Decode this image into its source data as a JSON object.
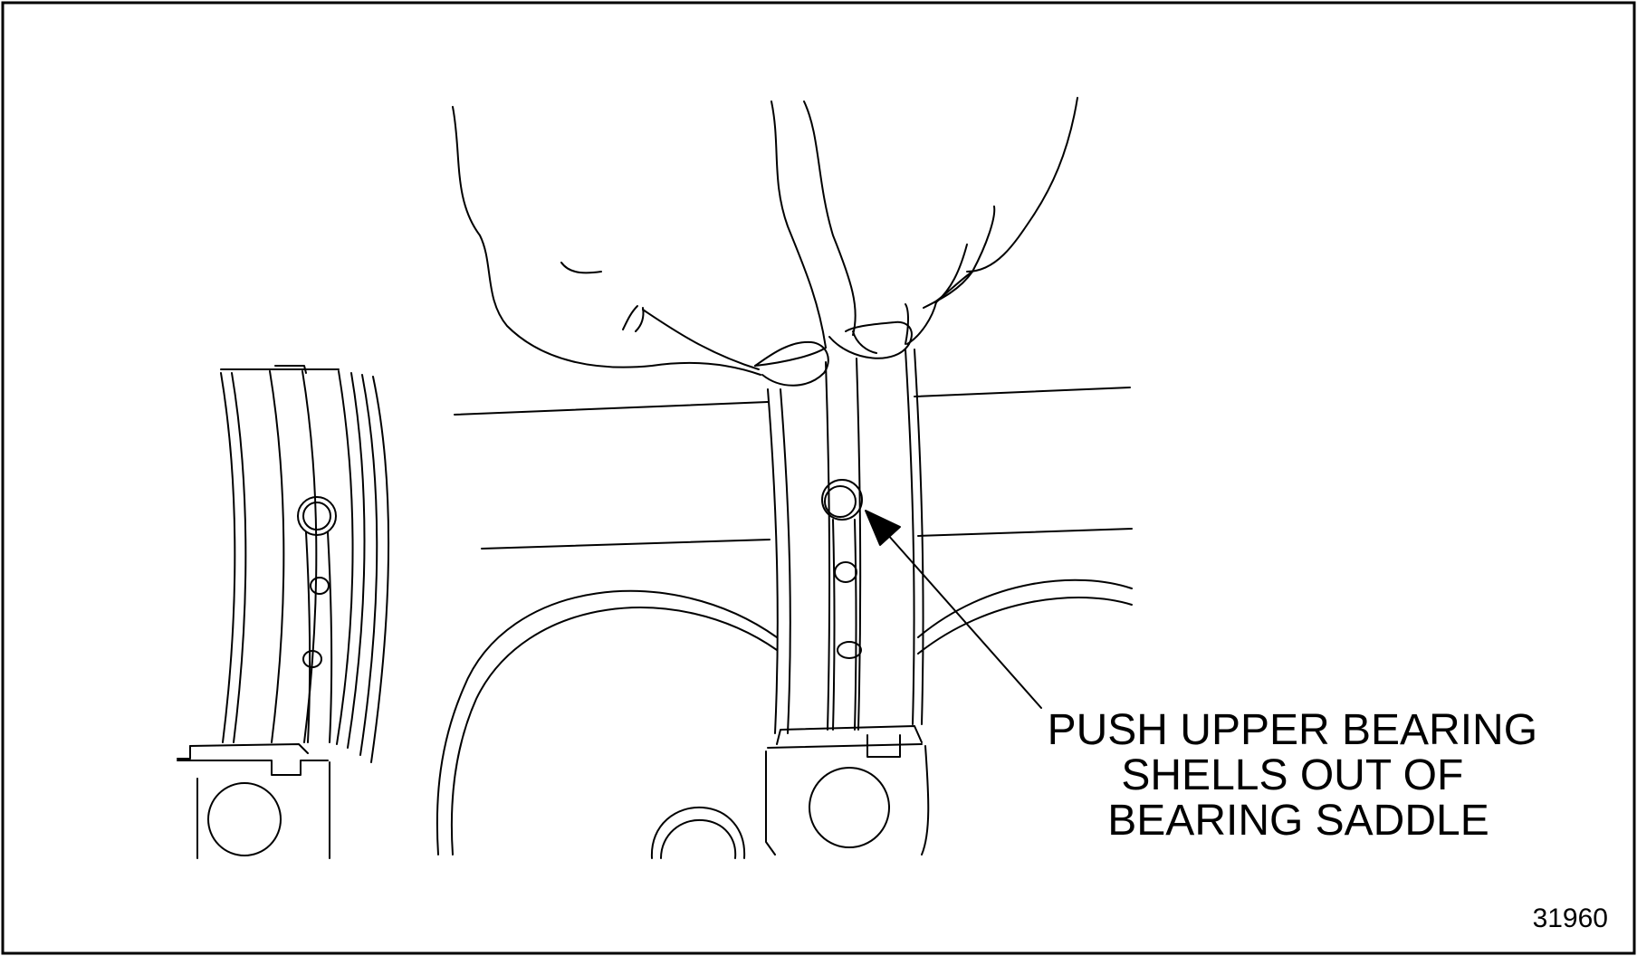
{
  "callout": {
    "line1": "PUSH UPPER BEARING",
    "line2": "SHELLS OUT OF",
    "line3": "BEARING SADDLE"
  },
  "figure_number": "31960",
  "colors": {
    "line": "#000000",
    "background": "#ffffff"
  }
}
